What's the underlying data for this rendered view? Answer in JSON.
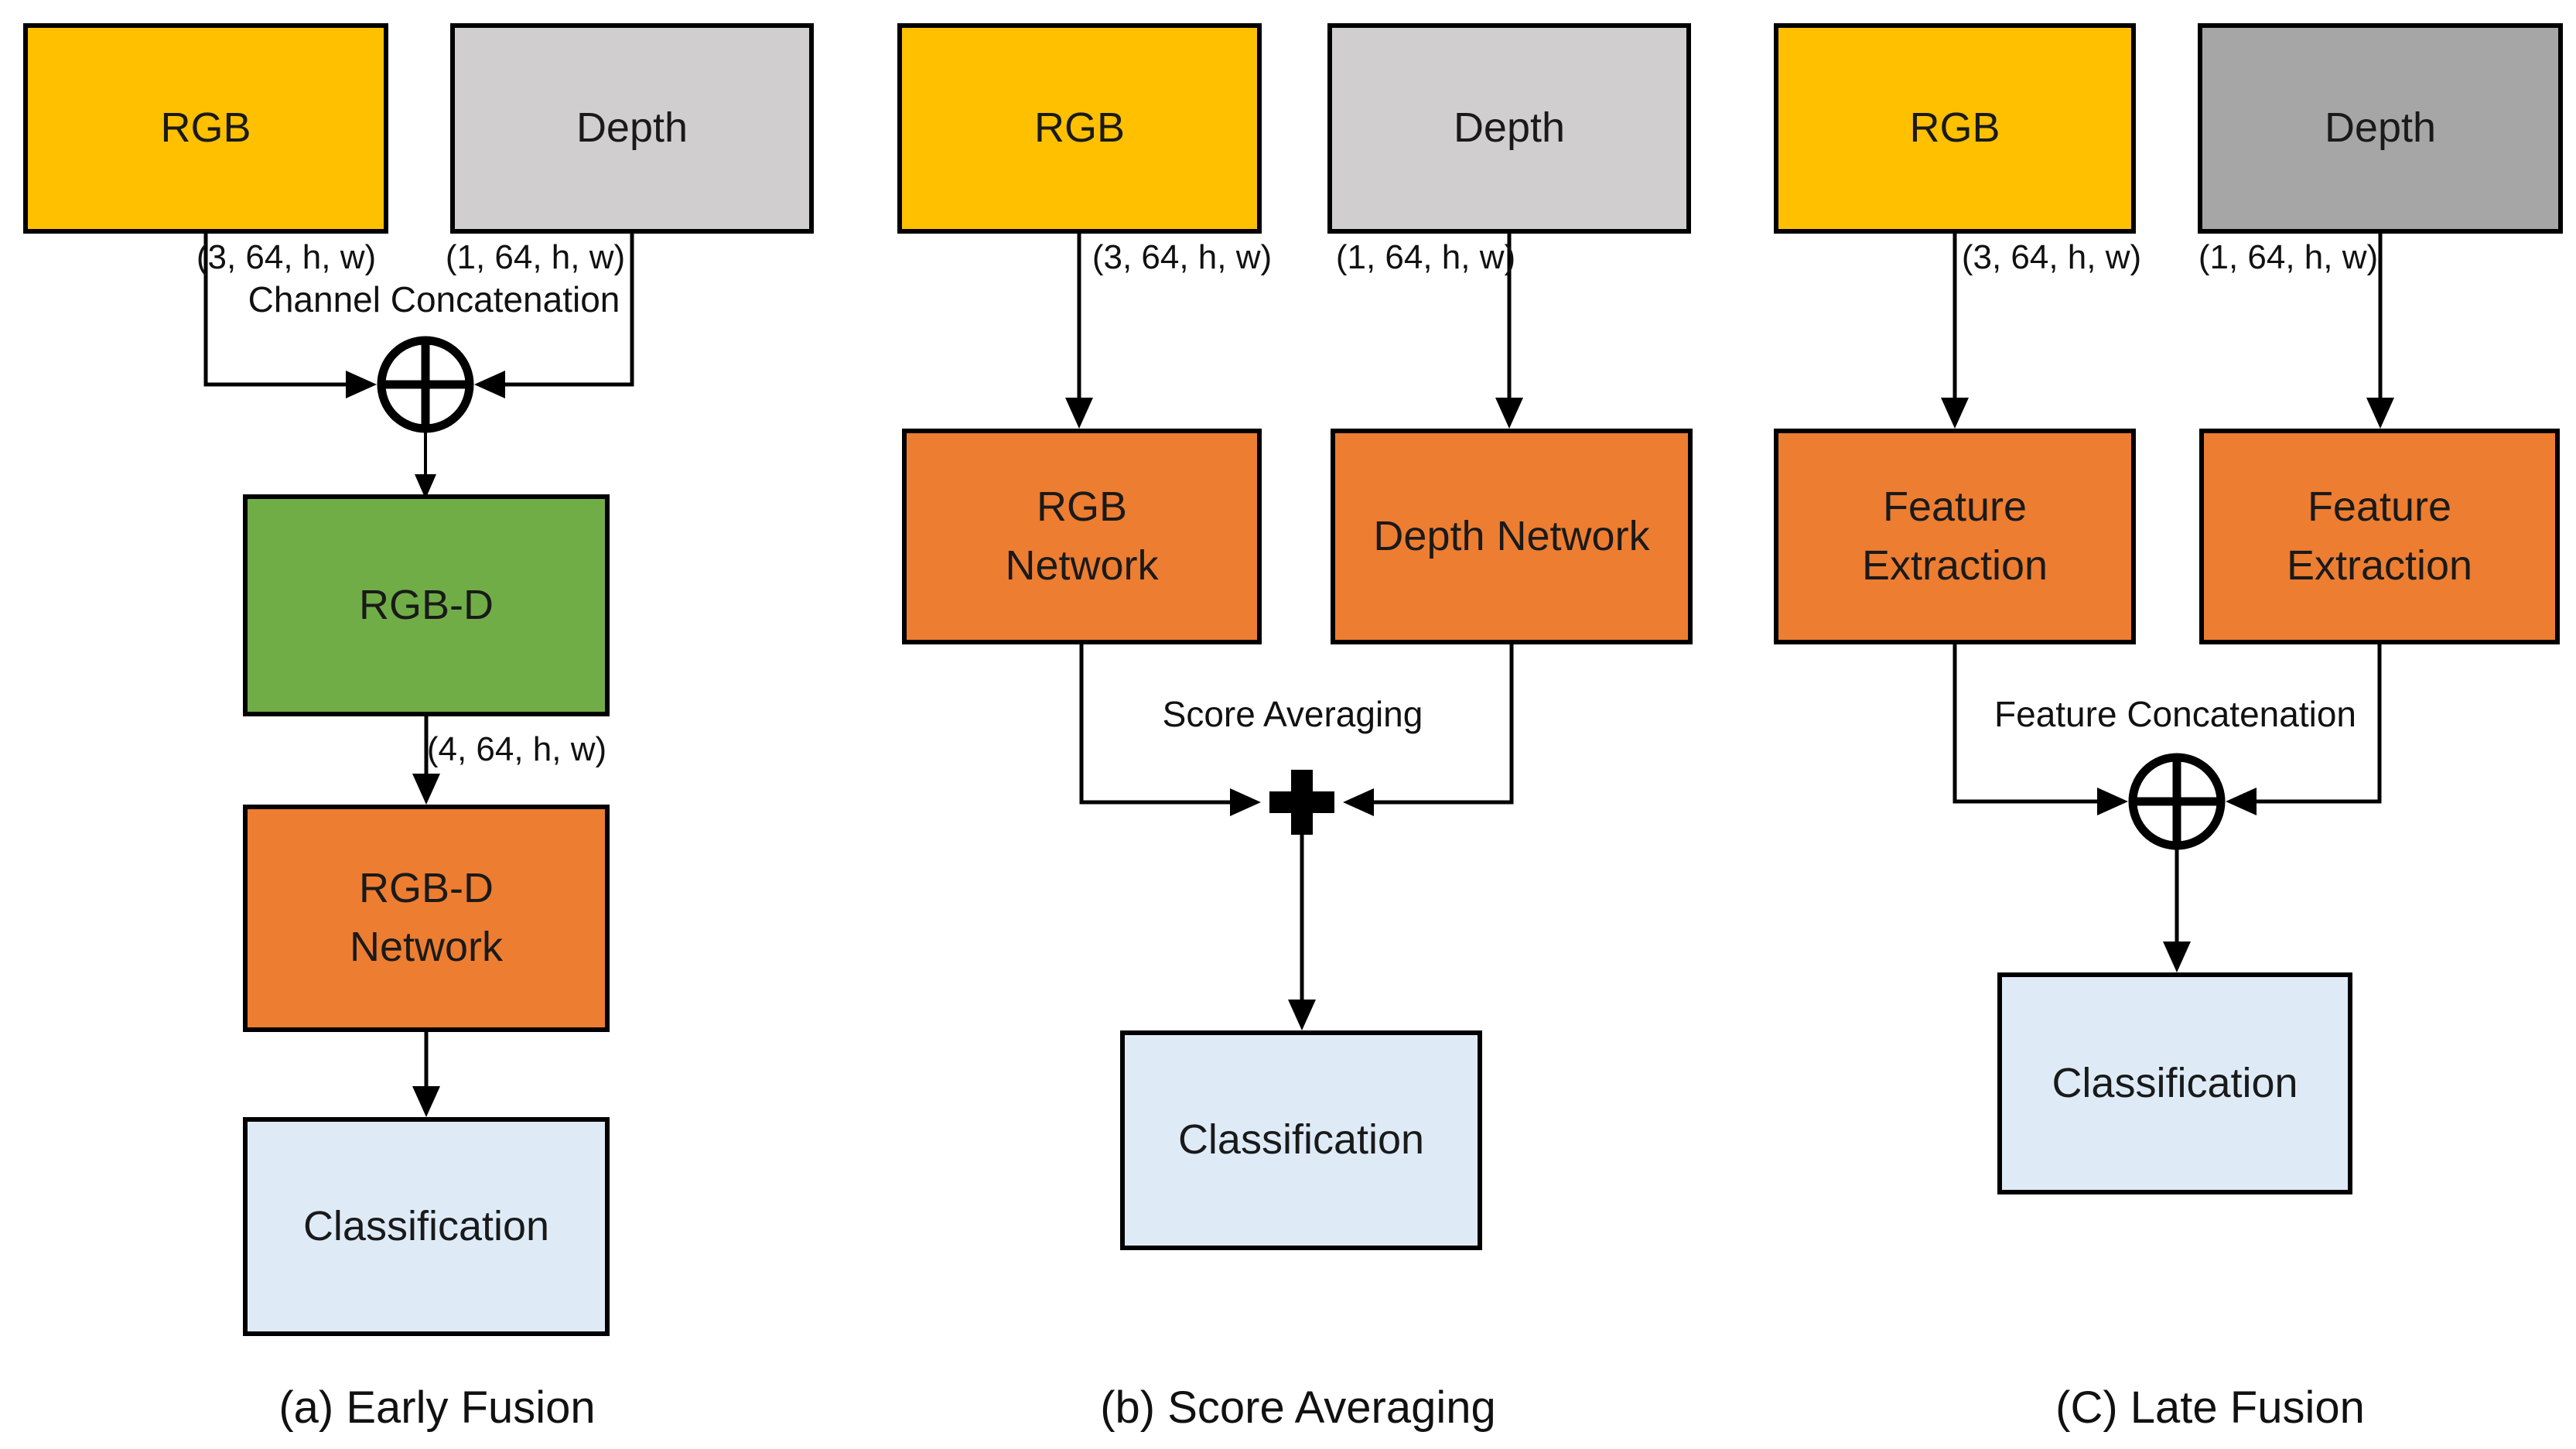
{
  "figure": {
    "description": "Three RGB-D fusion strategies diagram"
  },
  "panel_a": {
    "caption": "(a) Early Fusion",
    "rgb": {
      "label": "RGB",
      "dim": "(3, 64, h, w)"
    },
    "depth": {
      "label": "Depth",
      "dim": "(1, 64, h, w)"
    },
    "fusion_text": "Channel Concatenation",
    "rgbd": {
      "label": "RGB-D",
      "dim": "(4, 64, h, w)"
    },
    "network": {
      "label": "RGB-D\nNetwork"
    },
    "classification": {
      "label": "Classification"
    }
  },
  "panel_b": {
    "caption": "(b) Score Averaging",
    "rgb": {
      "label": "RGB",
      "dim": "(3, 64, h, w)"
    },
    "depth": {
      "label": "Depth",
      "dim": "(1, 64, h, w)"
    },
    "rgb_network": {
      "label": "RGB\nNetwork"
    },
    "depth_network": {
      "label": "Depth Network"
    },
    "fusion_text": "Score Averaging",
    "classification": {
      "label": "Classification"
    }
  },
  "panel_c": {
    "caption": "(C) Late Fusion",
    "rgb": {
      "label": "RGB",
      "dim": "(3, 64, h, w)"
    },
    "depth": {
      "label": "Depth",
      "dim": "(1, 64, h, w)"
    },
    "feature_left": {
      "label": "Feature\nExtraction"
    },
    "feature_right": {
      "label": "Feature\nExtraction"
    },
    "fusion_text": "Feature Concatenation",
    "classification": {
      "label": "Classification"
    }
  },
  "colors": {
    "rgb_box": "#FFC000",
    "depth_box_light": "#D0CECE",
    "depth_box_dark": "#A6A6A6",
    "network_box": "#ED7D31",
    "fused_box": "#70AD47",
    "classification_box": "#DEEBF7",
    "line": "#000000"
  }
}
